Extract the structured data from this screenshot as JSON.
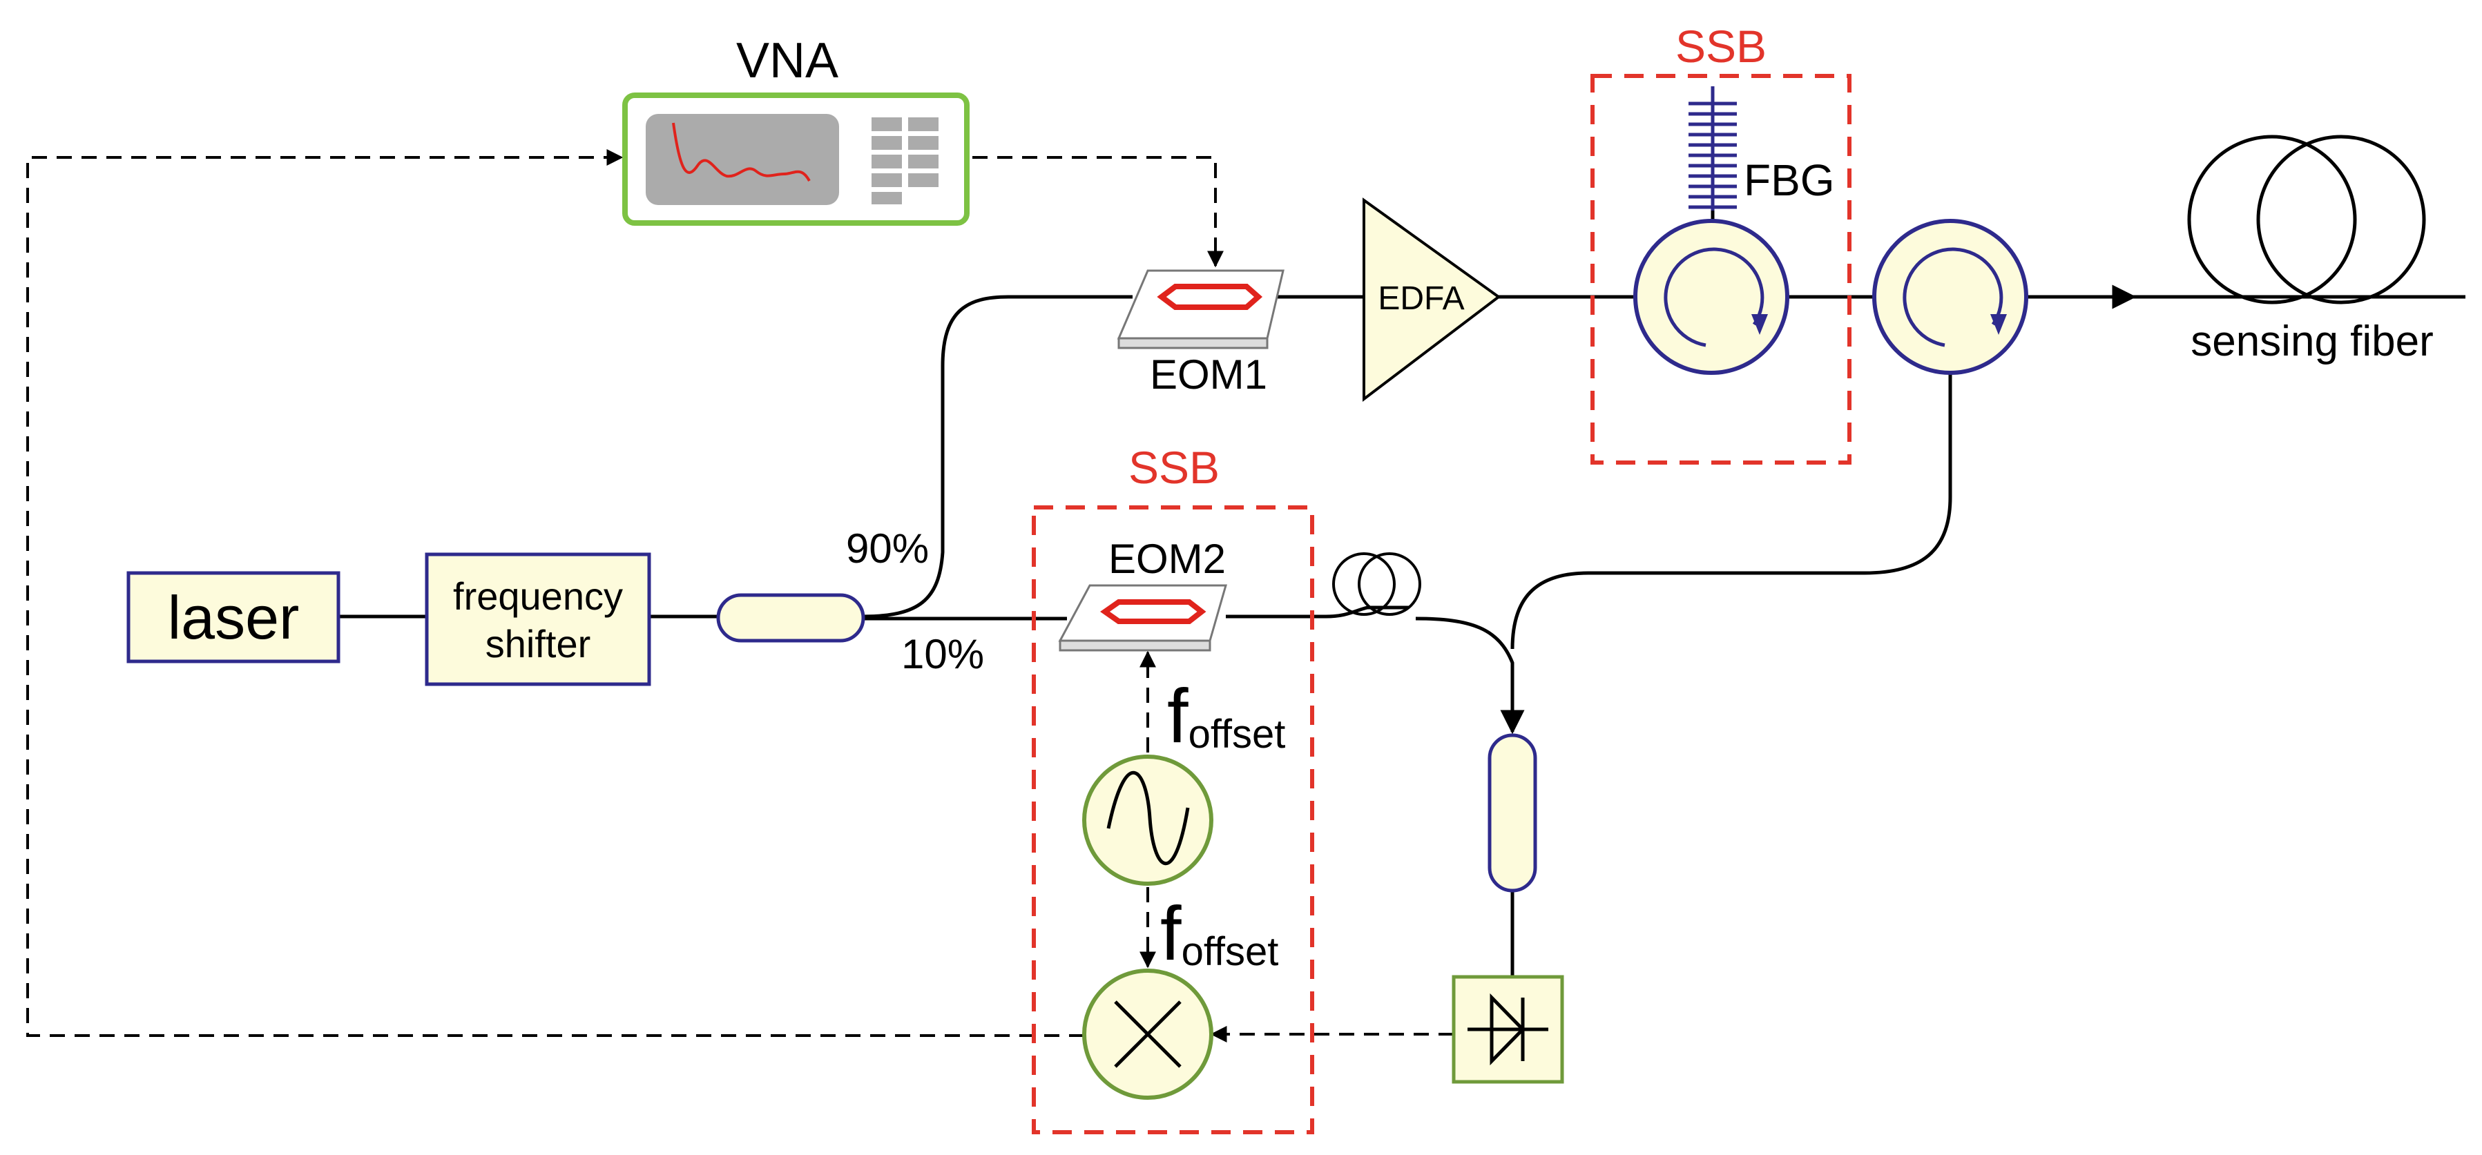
{
  "colors": {
    "component_fill": "#FDFBDC",
    "component_stroke": "#2E2A8C",
    "ssb_red": "#E2342A",
    "vna_green": "#7DC243",
    "rf_green": "#6F9A3A",
    "eom_red": "#E0231C",
    "screen_gray": "#ABABAB",
    "trace_red": "#E0231C"
  },
  "labels": {
    "laser": "laser",
    "frequency_shifter_line1": "frequency",
    "frequency_shifter_line2": "shifter",
    "vna": "VNA",
    "eom1": "EOM1",
    "eom2": "EOM2",
    "edfa": "EDFA",
    "fbg": "FBG",
    "ssb_upper": "SSB",
    "ssb_lower": "SSB",
    "sensing_fiber": "sensing fiber",
    "split_90": "90%",
    "split_10": "10%",
    "f_main_1": "f",
    "f_sub_1": "offset",
    "f_main_2": "f",
    "f_sub_2": "offset"
  },
  "icons": {
    "vna_screen": "vna-screen-icon",
    "generator": "sine-wave-icon",
    "mixer": "multiply-icon",
    "photodiode": "photodiode-icon",
    "circulator": "circulator-arrow-icon",
    "fiber_coil": "fiber-coil-icon"
  }
}
